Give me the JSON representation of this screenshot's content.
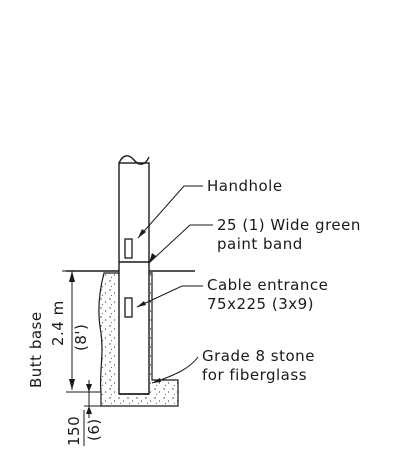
{
  "labels": {
    "handhole": "Handhole",
    "paint_band_line1": "25 (1) Wide green",
    "paint_band_line2": "paint band",
    "cable_entrance_line1": "Cable entrance",
    "cable_entrance_line2": "75x225 (3x9)",
    "stone_line1": "Grade 8 stone",
    "stone_line2": "for fiberglass",
    "butt_base": "Butt base",
    "depth_m": "2.4 m",
    "depth_ft": "(8')",
    "base_mm": "150",
    "base_in": "(6)"
  }
}
